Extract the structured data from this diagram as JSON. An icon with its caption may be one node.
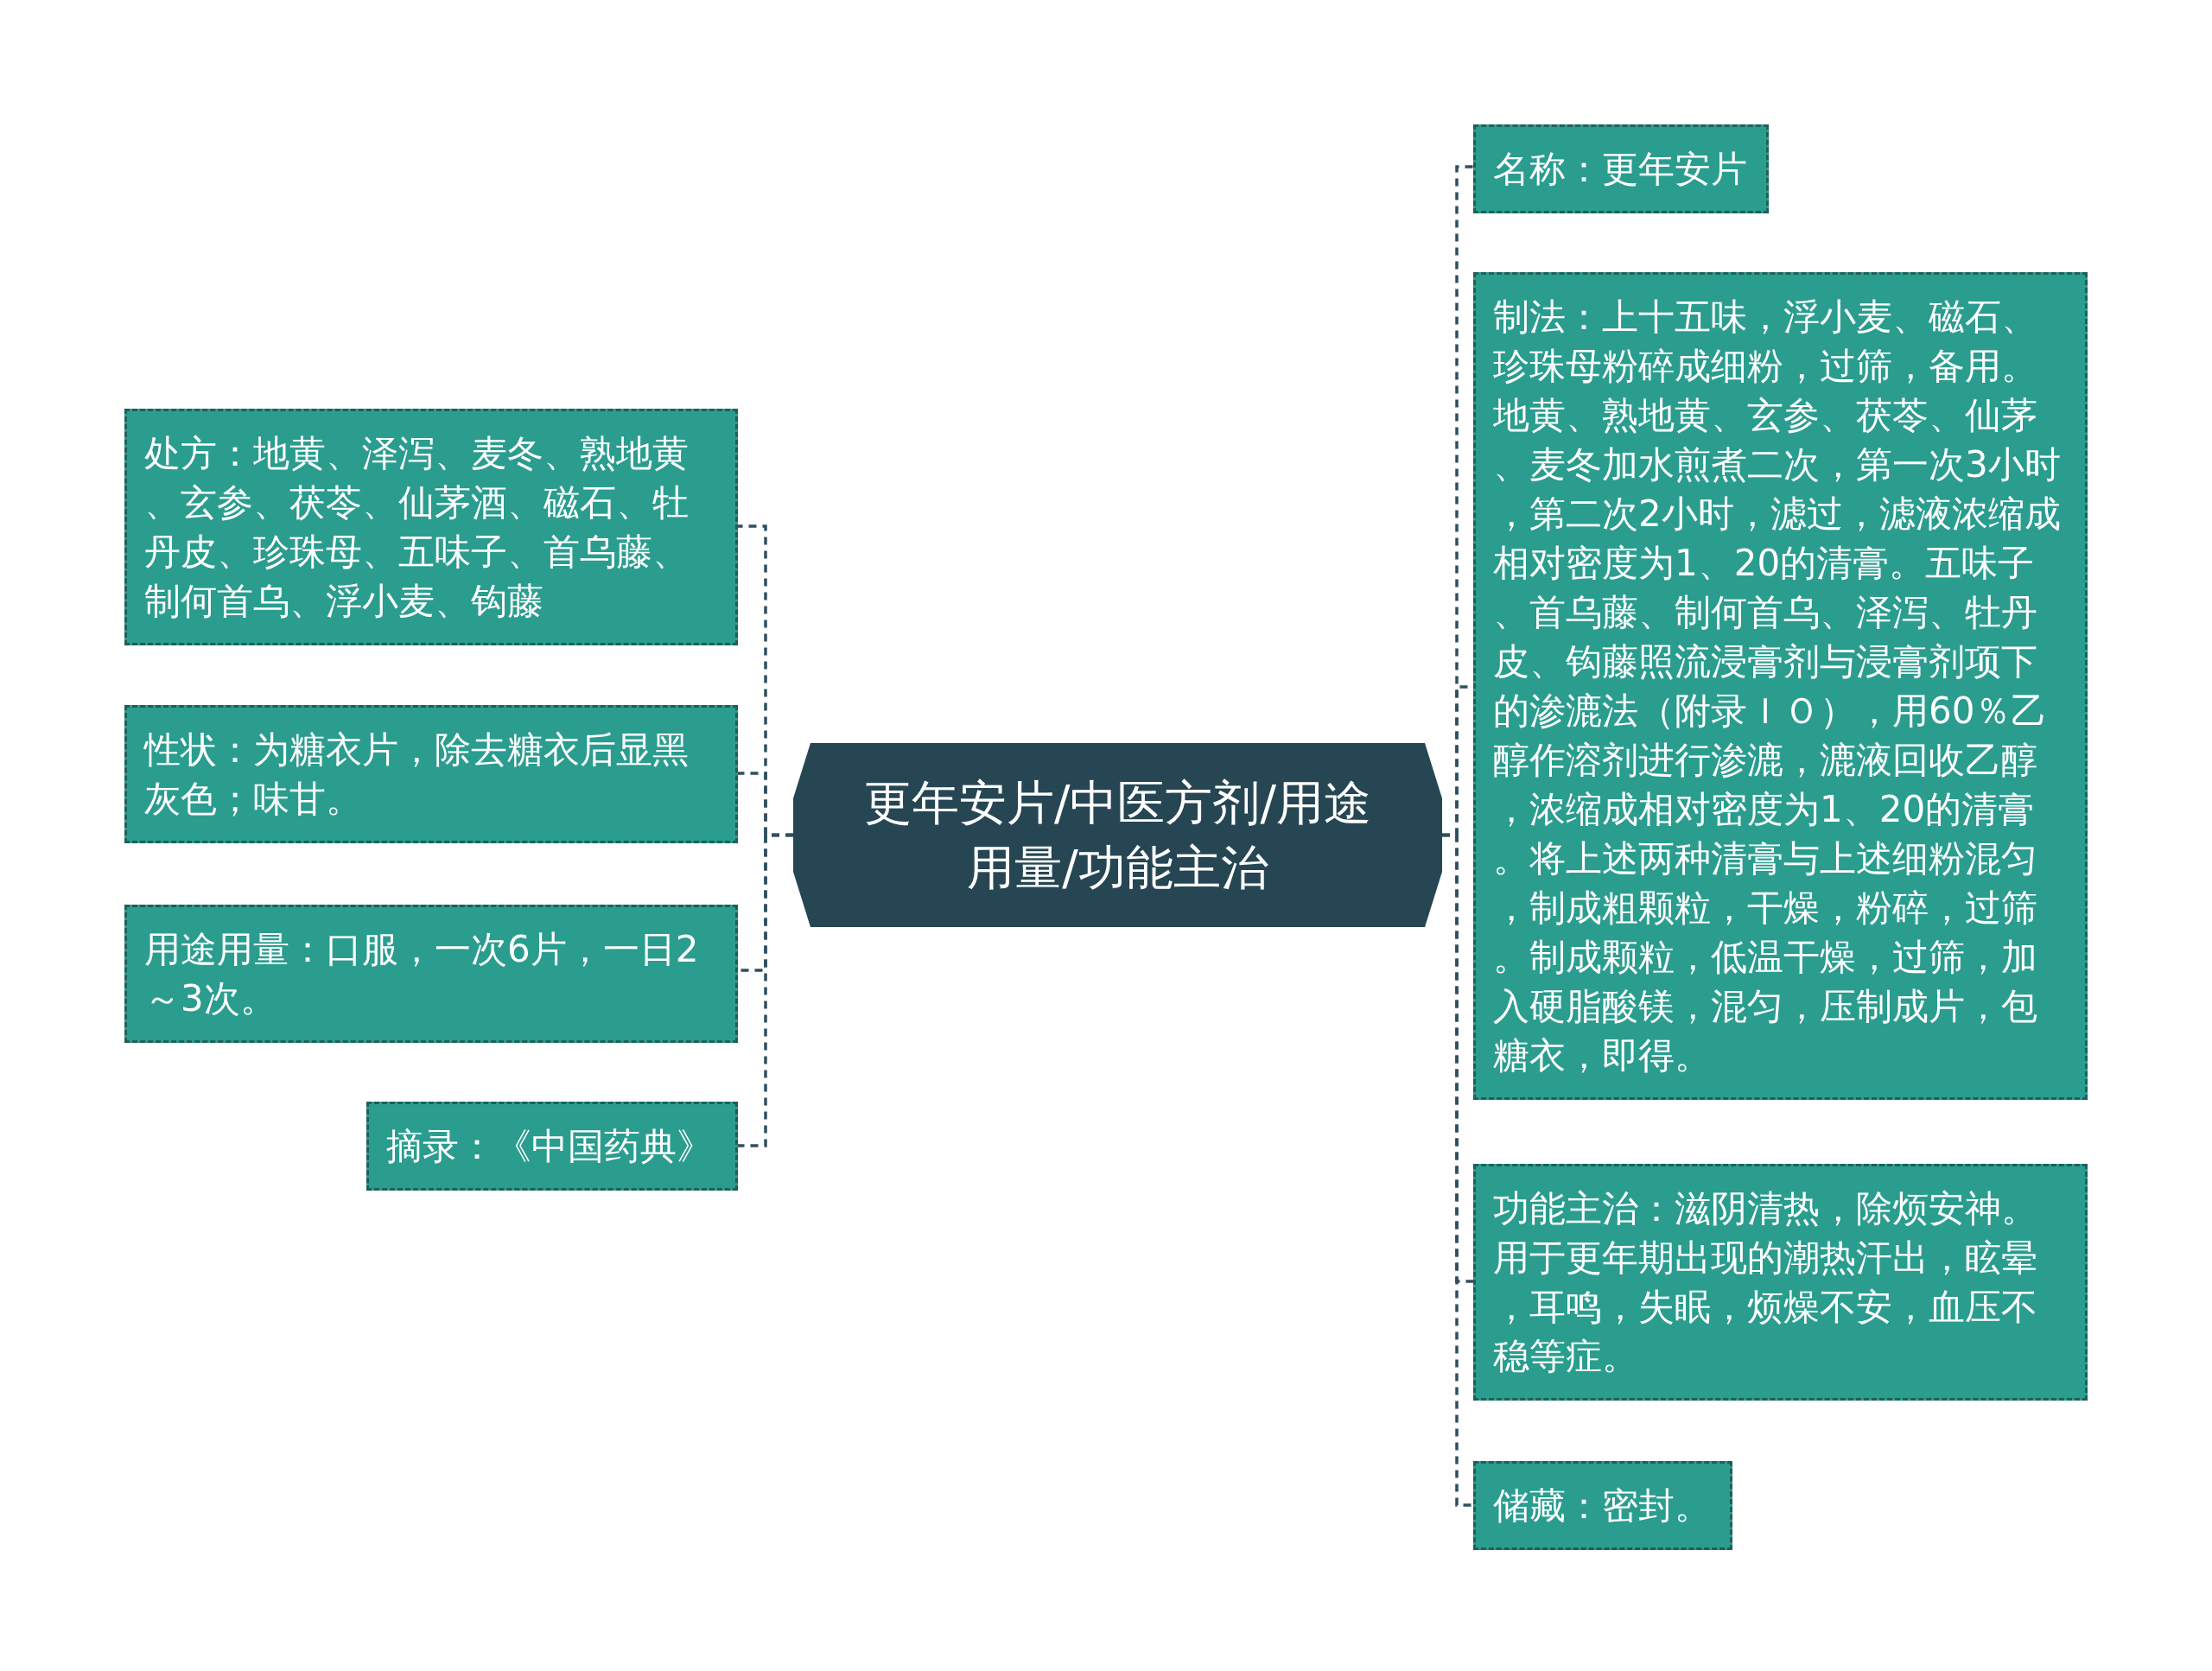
{
  "diagram": {
    "nodes": [
      {
        "text": [
          "更年安片/中医方剂/用途用量/功能主治"
        ]
      },
      {
        "text": [
          "处方：地黄、泽泻、麦冬、熟地黄、玄参、茯苓、仙茅酒、磁石、牡丹皮、珍珠母、五味子、首乌藤、制何首乌、浮小麦、钩藤"
        ]
      },
      {
        "text": [
          "性状：为糖衣片，除去糖衣后显黑灰色；味甘。"
        ]
      },
      {
        "text": [
          "用途用量：口服，一次6片，一日2～3次。"
        ]
      },
      {
        "text": [
          "摘录：《中国药典》"
        ]
      },
      {
        "text": [
          "名称：更年安片"
        ]
      },
      {
        "text": [
          "制法：上十五味，浮小麦、磁石、珍珠母粉碎成细粉，过筛，备用。地黄、熟地黄、玄参、茯苓、仙茅、麦冬加水煎煮二次，第一次3小时，第二次2小时，滤过，滤液浓缩成相对密度为1、20的清膏。五味子、首乌藤、制何首乌、泽泻、牡丹皮、钩藤照流浸膏剂与浸膏剂项下的渗漉法（附录ＩＯ），用60％乙醇作溶剂进行渗漉，漉液回收乙醇，浓缩成相对密度为1、20的清膏。将上述两种清膏与上述细粉混匀，制成粗颗粒，干燥，粉碎，过筛。制成颗粒，低温干燥，过筛，加入硬脂酸镁，混匀，压制成片，包糖衣，即得。"
        ]
      },
      {
        "text": [
          "功能主治：滋阴清热，除烦安神。用于更年期出现的潮热汗出，眩晕，耳鸣，失眠，烦燥不安，血压不稳等症。"
        ]
      },
      {
        "text": [
          "储藏：密封。"
        ]
      }
    ],
    "edges": [
      {
        "from": 0,
        "to": 1,
        "arrow": "none"
      },
      {
        "from": 0,
        "to": 2,
        "arrow": "none"
      },
      {
        "from": 0,
        "to": 3,
        "arrow": "none"
      },
      {
        "from": 0,
        "to": 4,
        "arrow": "none"
      },
      {
        "from": 0,
        "to": 5,
        "arrow": "none"
      },
      {
        "from": 0,
        "to": 6,
        "arrow": "none"
      },
      {
        "from": 0,
        "to": 7,
        "arrow": "none"
      },
      {
        "from": 0,
        "to": 8,
        "arrow": "none"
      }
    ]
  }
}
